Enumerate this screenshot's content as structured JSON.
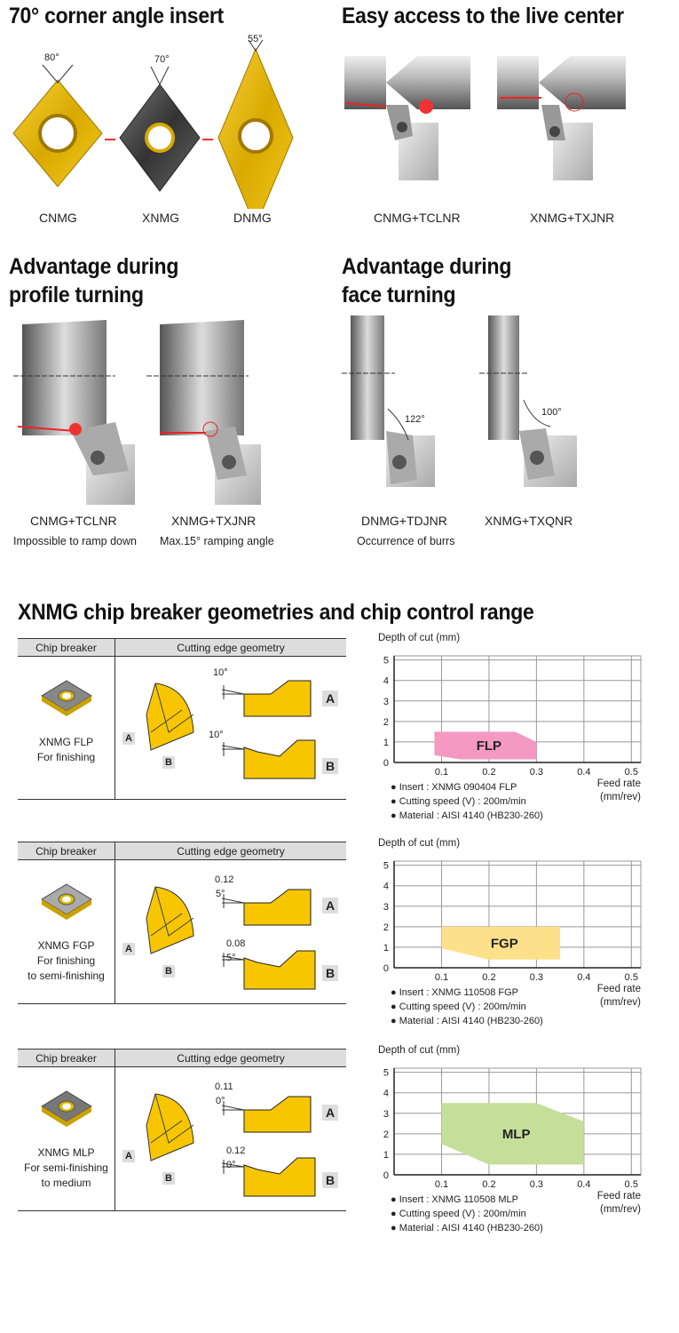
{
  "sections": {
    "corner": {
      "title": "70° corner angle insert",
      "angles": [
        "80°",
        "70°",
        "55°"
      ],
      "labels": [
        "CNMG",
        "XNMG",
        "DNMG"
      ]
    },
    "live": {
      "title": "Easy access to the live center",
      "labels": [
        "CNMG+TCLNR",
        "XNMG+TXJNR"
      ]
    },
    "profile": {
      "title_line1": "Advantage during",
      "title_line2": "profile turning",
      "labels": [
        "CNMG+TCLNR",
        "XNMG+TXJNR"
      ],
      "notes": [
        "Impossible to ramp down",
        "Max.15° ramping angle"
      ]
    },
    "face": {
      "title_line1": "Advantage during",
      "title_line2": "face turning",
      "labels": [
        "DNMG+TDJNR",
        "XNMG+TXQNR"
      ],
      "notes": [
        "Occurrence of burrs",
        ""
      ],
      "angles": [
        "122°",
        "100°"
      ]
    }
  },
  "chipbreaker": {
    "title": "XNMG chip breaker geometries and chip control range",
    "header": {
      "col1": "Chip breaker",
      "col2": "Cutting edge geometry"
    },
    "rows": [
      {
        "name": "XNMG FLP",
        "desc1": "For finishing",
        "desc2": "",
        "angleA": "10°",
        "angleB": "10°",
        "landA": "",
        "landB": "",
        "a": "A",
        "b": "B"
      },
      {
        "name": "XNMG FGP",
        "desc1": "For finishing",
        "desc2": "to semi-finishing",
        "angleA": "5°",
        "angleB": "5°",
        "landA": "0.12",
        "landB": "0.08",
        "a": "A",
        "b": "B"
      },
      {
        "name": "XNMG MLP",
        "desc1": "For semi-finishing",
        "desc2": "to medium",
        "angleA": "0°",
        "angleB": "0°",
        "landA": "0.11",
        "landB": "0.12",
        "a": "A",
        "b": "B"
      }
    ]
  },
  "chart_data": [
    {
      "type": "area",
      "title": "Depth of cut (mm)",
      "xlabel": "Feed rate (mm/rev)",
      "xlabel1": "Feed rate",
      "xlabel2": "(mm/rev)",
      "ylabel": "Depth of cut (mm)",
      "xlim": [
        0,
        0.52
      ],
      "ylim": [
        0,
        5.2
      ],
      "xticks": [
        "0.1",
        "0.2",
        "0.3",
        "0.4",
        "0.5"
      ],
      "yticks": [
        "0",
        "1",
        "2",
        "3",
        "4",
        "5"
      ],
      "grid": true,
      "region": {
        "name": "FLP",
        "color": "#f49ac2",
        "points": [
          [
            0.085,
            1.5
          ],
          [
            0.255,
            1.5
          ],
          [
            0.3,
            1.0
          ],
          [
            0.3,
            0.15
          ],
          [
            0.14,
            0.15
          ],
          [
            0.085,
            0.35
          ]
        ]
      },
      "notes": [
        "Insert : XNMG 090404 FLP",
        "Cutting speed (V) : 200m/min",
        "Material : AISI 4140 (HB230-260)"
      ]
    },
    {
      "type": "area",
      "title": "Depth of cut (mm)",
      "xlabel": "Feed rate (mm/rev)",
      "xlabel1": "Feed rate",
      "xlabel2": "(mm/rev)",
      "ylabel": "Depth of cut (mm)",
      "xlim": [
        0,
        0.52
      ],
      "ylim": [
        0,
        5.2
      ],
      "xticks": [
        "0.1",
        "0.2",
        "0.3",
        "0.4",
        "0.5"
      ],
      "yticks": [
        "0",
        "1",
        "2",
        "3",
        "4",
        "5"
      ],
      "grid": true,
      "region": {
        "name": "FGP",
        "color": "#fde08a",
        "points": [
          [
            0.1,
            2.0
          ],
          [
            0.35,
            2.0
          ],
          [
            0.35,
            0.4
          ],
          [
            0.2,
            0.4
          ],
          [
            0.1,
            0.95
          ]
        ]
      },
      "notes": [
        "Insert : XNMG 110508 FGP",
        "Cutting speed (V) : 200m/min",
        "Material : AISI 4140 (HB230-260)"
      ]
    },
    {
      "type": "area",
      "title": "Depth of cut (mm)",
      "xlabel": "Feed rate (mm/rev)",
      "xlabel1": "Feed rate",
      "xlabel2": "(mm/rev)",
      "ylabel": "Depth of cut (mm)",
      "xlim": [
        0,
        0.52
      ],
      "ylim": [
        0,
        5.2
      ],
      "xticks": [
        "0.1",
        "0.2",
        "0.3",
        "0.4",
        "0.5"
      ],
      "yticks": [
        "0",
        "1",
        "2",
        "3",
        "4",
        "5"
      ],
      "grid": true,
      "region": {
        "name": "MLP",
        "color": "#c5df9a",
        "points": [
          [
            0.1,
            3.5
          ],
          [
            0.3,
            3.5
          ],
          [
            0.4,
            2.6
          ],
          [
            0.4,
            0.5
          ],
          [
            0.2,
            0.5
          ],
          [
            0.1,
            1.5
          ]
        ]
      },
      "notes": [
        "Insert : XNMG 110508 MLP",
        "Cutting speed (V) : 200m/min",
        "Material : AISI 4140 (HB230-260)"
      ]
    }
  ]
}
